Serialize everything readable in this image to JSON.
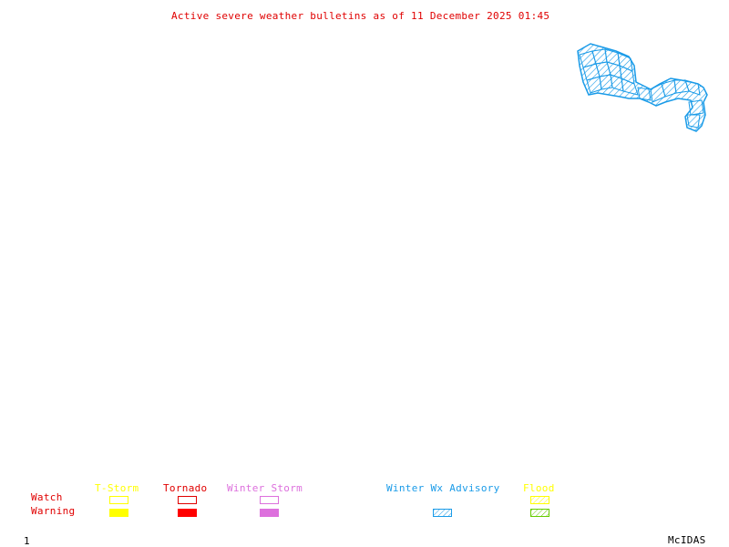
{
  "title": "Active severe weather bulletins as of 11 December 2025 01:45",
  "map": {
    "region_type": "winter-wx-advisory",
    "region_color": "#1a9be8",
    "region_label": "Winter Wx Advisory areas"
  },
  "legend": {
    "row_labels": {
      "watch": "Watch",
      "warning": "Warning"
    },
    "row_label_color": "#e00000",
    "categories": [
      {
        "name": "T-Storm",
        "color": "#ffff00",
        "watch": "outline",
        "warning": "filled"
      },
      {
        "name": "Tornado",
        "color": "#ff0000",
        "watch": "outline",
        "warning": "filled"
      },
      {
        "name": "Winter Storm",
        "color": "#dd70dd",
        "watch": "outline",
        "warning": "filled"
      },
      {
        "name": "Winter Wx Advisory",
        "color": "#1a9be8",
        "watch": "none",
        "warning": "hatched"
      },
      {
        "name": "Flood",
        "color": "#ffff00",
        "color_warning": "#66cc00",
        "watch": "hatched",
        "warning": "hatched"
      }
    ]
  },
  "footer": {
    "page_number": "1",
    "brand": "McIDAS"
  }
}
